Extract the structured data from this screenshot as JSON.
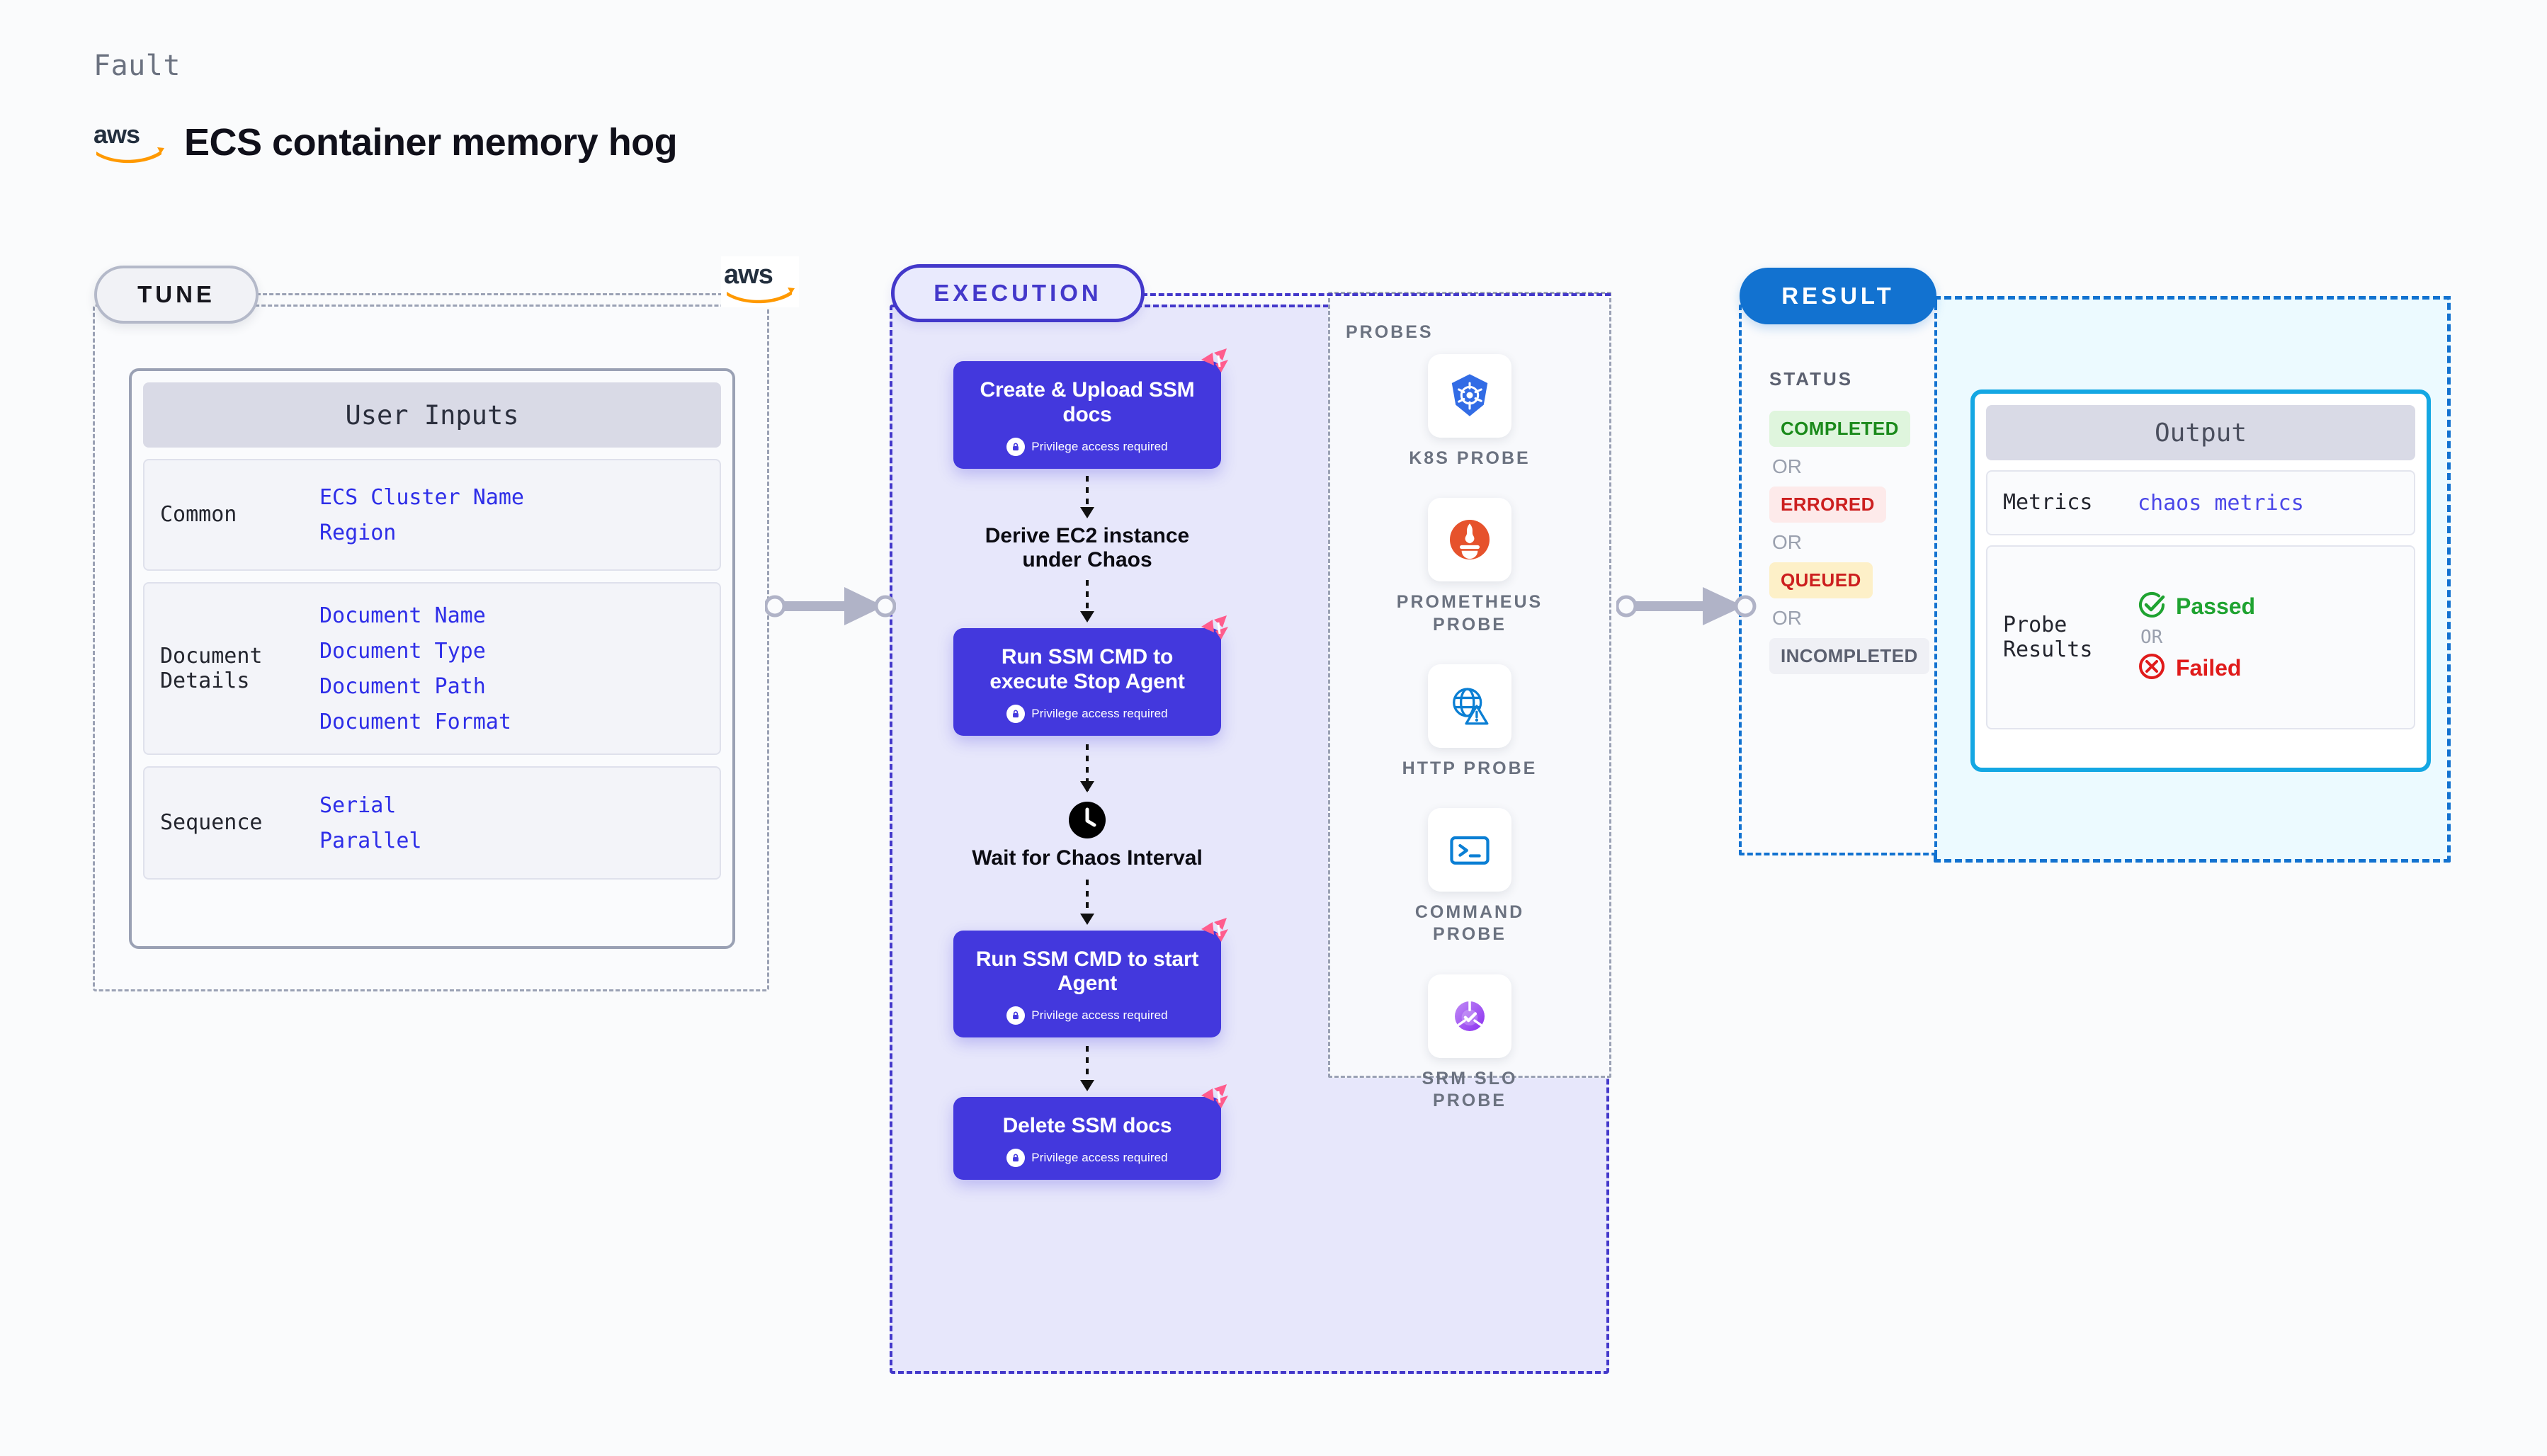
{
  "header": {
    "kicker": "Fault",
    "title": "ECS container memory hog",
    "logo_icon": "aws-logo"
  },
  "tune": {
    "badge": "TUNE",
    "corner_logo_icon": "aws-logo",
    "card_title": "User Inputs",
    "sections": [
      {
        "label": "Common",
        "values": [
          "ECS Cluster Name",
          "Region"
        ]
      },
      {
        "label": "Document\nDetails",
        "values": [
          "Document Name",
          "Document Type",
          "Document Path",
          "Document Format"
        ]
      },
      {
        "label": "Sequence",
        "values": [
          "Serial",
          "Parallel"
        ]
      }
    ]
  },
  "execution": {
    "badge": "EXECUTION",
    "privilege_note": "Privilege access required",
    "steps": [
      {
        "kind": "card",
        "title": "Create & Upload SSM docs",
        "privileged": true,
        "mark_icon": "litmus-chaos-icon"
      },
      {
        "kind": "plain",
        "title": "Derive EC2 instance under Chaos",
        "icon": ""
      },
      {
        "kind": "card",
        "title": "Run SSM CMD to execute Stop Agent",
        "privileged": true,
        "mark_icon": "litmus-chaos-icon"
      },
      {
        "kind": "plain",
        "title": "Wait for Chaos Interval",
        "icon": "clock-icon"
      },
      {
        "kind": "card",
        "title": "Run SSM CMD to start Agent",
        "privileged": true,
        "mark_icon": "litmus-chaos-icon"
      },
      {
        "kind": "card",
        "title": "Delete SSM docs",
        "privileged": true,
        "mark_icon": "litmus-chaos-icon"
      }
    ]
  },
  "probes": {
    "title": "PROBES",
    "items": [
      {
        "label": "K8S PROBE",
        "icon": "kubernetes-icon"
      },
      {
        "label": "PROMETHEUS\nPROBE",
        "icon": "prometheus-icon"
      },
      {
        "label": "HTTP PROBE",
        "icon": "http-globe-icon"
      },
      {
        "label": "COMMAND\nPROBE",
        "icon": "terminal-icon"
      },
      {
        "label": "SRM SLO\nPROBE",
        "icon": "srm-slo-icon"
      }
    ]
  },
  "result": {
    "badge": "RESULT",
    "status_label": "STATUS",
    "or_text": "OR",
    "statuses": [
      {
        "text": "COMPLETED",
        "bg": "#dff5dd",
        "fg": "#1b8a1b"
      },
      {
        "text": "ERRORED",
        "bg": "#fdeaea",
        "fg": "#cc1f1f"
      },
      {
        "text": "QUEUED",
        "bg": "#fdf0c8",
        "fg": "#cc1f1f"
      },
      {
        "text": "INCOMPLETED",
        "bg": "#eff0f5",
        "fg": "#5b6070"
      }
    ],
    "output": {
      "title": "Output",
      "rows": [
        {
          "label": "Metrics",
          "value": "chaos metrics"
        },
        {
          "label": "Probe\nResults",
          "value": ""
        }
      ],
      "probe_results": {
        "passed": "Passed",
        "failed": "Failed",
        "or_text": "OR",
        "passed_icon": "check-circle-icon",
        "failed_icon": "x-circle-icon"
      }
    }
  },
  "colors": {
    "accent_purple": "#4338dd",
    "accent_blue": "#1272d0",
    "accent_cyan": "#14a7e3",
    "aws_orange": "#ff9900",
    "litmus_pink": "#ff5c8d",
    "mono_value_blue": "#2e2ee8"
  }
}
